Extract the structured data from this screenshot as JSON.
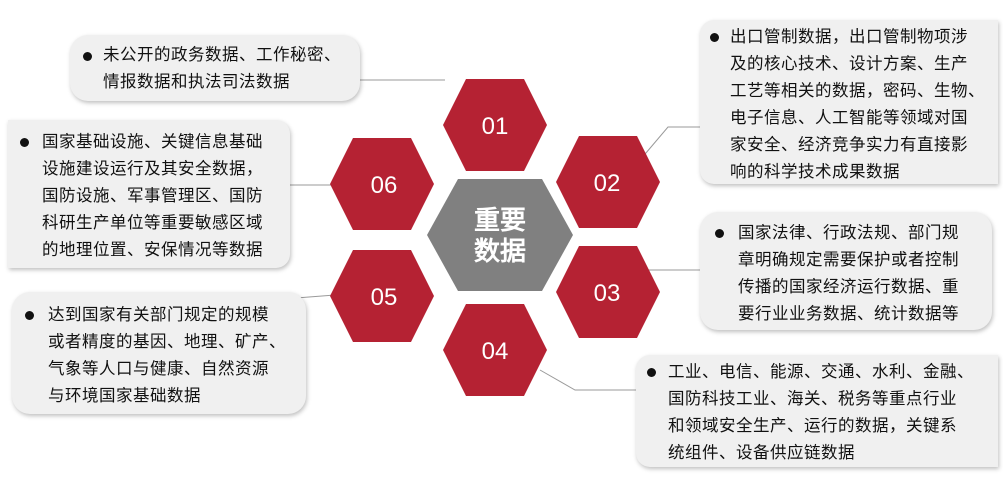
{
  "center": {
    "line1": "重要",
    "line2": "数据"
  },
  "hexagons": [
    {
      "label": "01"
    },
    {
      "label": "02"
    },
    {
      "label": "03"
    },
    {
      "label": "04"
    },
    {
      "label": "05"
    },
    {
      "label": "06"
    }
  ],
  "boxes": {
    "b01": "未公开的政务数据、工作秘密、\n情报数据和执法司法数据",
    "b02": "出口管制数据，出口管制物项涉\n及的核心技术、设计方案、生产\n工艺等相关的数据，密码、生物、\n电子信息、人工智能等领域对国\n家安全、经济竞争实力有直接影\n响的科学技术成果数据",
    "b03": "国家法律、行政法规、部门规\n章明确规定需要保护或者控制\n传播的国家经济运行数据、重\n要行业业务数据、统计数据等",
    "b04": "工业、电信、能源、交通、水利、金融、\n国防科技工业、海关、税务等重点行业\n和领域安全生产、运行的数据，关键系\n统组件、设备供应链数据",
    "b05": "达到国家有关部门规定的规模\n或者精度的基因、地理、矿产、\n气象等人口与健康、自然资源\n与环境国家基础数据",
    "b06": "国家基础设施、关键信息基础\n设施建设运行及其安全数据，\n国防设施、军事管理区、国防\n科研生产单位等重要敏感区域\n的地理位置、安保情况等数据"
  },
  "colors": {
    "hex_red": "#b52233",
    "hex_center": "#808080",
    "box_bg": "#f0f0f0",
    "connector": "#999999"
  }
}
